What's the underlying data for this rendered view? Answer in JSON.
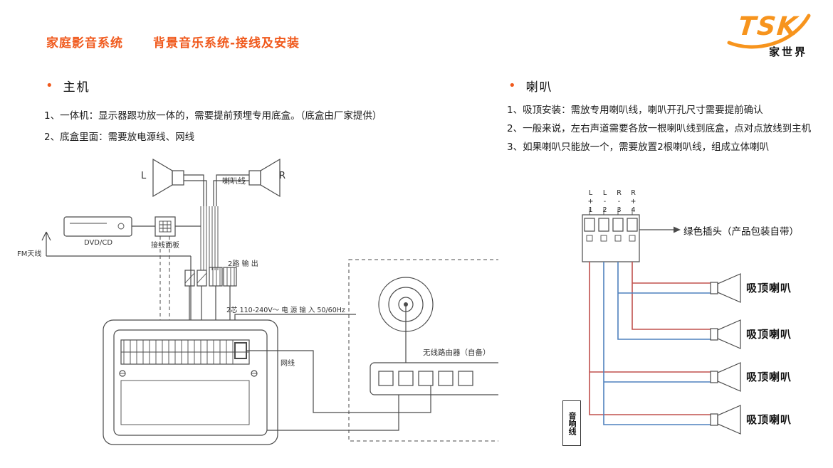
{
  "header": {
    "title_part1": "家庭影音系统",
    "title_part2": "背景音乐系统-接线及安装"
  },
  "logo": {
    "text": "TSK",
    "subtext": "家世界"
  },
  "host_section": {
    "bullet": "•",
    "heading": "主机",
    "line1": "1、一体机：显示器跟功放一体的，需要提前预埋专用底盒。（底盒由厂家提供）",
    "line2": "2、底盒里面：需要放电源线、网线"
  },
  "speaker_section": {
    "bullet": "•",
    "heading": "喇叭",
    "line1": "1、吸顶安装：需放专用喇叭线，喇叭开孔尺寸需要提前确认",
    "line2": "2、一般来说，左右声道需要各放一根喇叭线到底盒，点对点放线到主机",
    "line3": "3、如果喇叭只能放一个，需要放置2根喇叭线，组成立体喇叭"
  },
  "host_diagram": {
    "speaker_left": "L",
    "speaker_right": "R",
    "speaker_wire": "喇叭线",
    "dvd": "DVD/CD",
    "wiring_panel": "接线面板",
    "fm_antenna": "FM天线",
    "two_way_output": "2路 输 出",
    "power_input": "2芯  110-240V～ 电 源 输 入  50/60Hz",
    "network_cable": "网线",
    "router": "无线路由器（自备）"
  },
  "speaker_diagram": {
    "terminals": [
      "L+1",
      "L-2",
      "R-3",
      "R+4"
    ],
    "green_plug": "绿色插头（产品包装自带）",
    "ceiling_speaker": "吸顶喇叭",
    "audio_cable": "音响线"
  },
  "colors": {
    "accent": "#f0591c",
    "logo_orange": "#f7941d",
    "wire_red": "#c0504d",
    "wire_blue": "#4f81bd",
    "line": "#4a4a4a"
  }
}
